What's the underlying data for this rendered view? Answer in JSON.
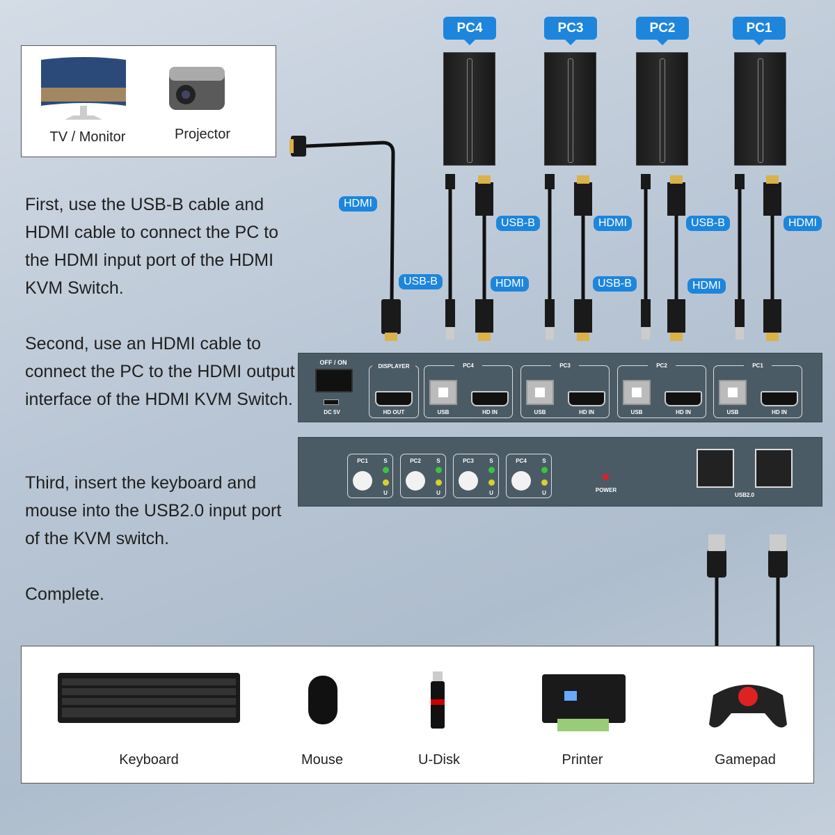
{
  "outputs": {
    "tv_label": "TV / Monitor",
    "projector_label": "Projector"
  },
  "steps": [
    "First, use the USB-B cable and HDMI cable to connect the PC to the HDMI input port of the HDMI KVM Switch.",
    "Second, use an HDMI cable to connect the PC to the HDMI output interface of the HDMI KVM Switch.",
    "Third, insert the keyboard and mouse into the USB2.0 input port of the KVM switch.",
    "Complete."
  ],
  "pcs": [
    "PC4",
    "PC3",
    "PC2",
    "PC1"
  ],
  "cable_tags": {
    "hdmi": "HDMI",
    "usbb": "USB-B"
  },
  "back_panel": {
    "switch": "OFF / ON",
    "dc": "DC 5V",
    "displayer": "DISPLAYER",
    "hd_out": "HD OUT",
    "groups": [
      "PC4",
      "PC3",
      "PC2",
      "PC1"
    ],
    "usb": "USB",
    "hd_in": "HD IN"
  },
  "front_panel": {
    "buttons": [
      "PC1",
      "PC2",
      "PC3",
      "PC4"
    ],
    "s": "S",
    "u": "U",
    "power": "POWER",
    "usb20": "USB2.0"
  },
  "colors": {
    "tag_blue": "#1d86dc",
    "panel": "#4b5b66",
    "led_green": "#3cc43c",
    "led_yellow": "#d6d22a",
    "led_power": "#e02020"
  },
  "peripherals": [
    "Keyboard",
    "Mouse",
    "U-Disk",
    "Printer",
    "Gamepad"
  ]
}
